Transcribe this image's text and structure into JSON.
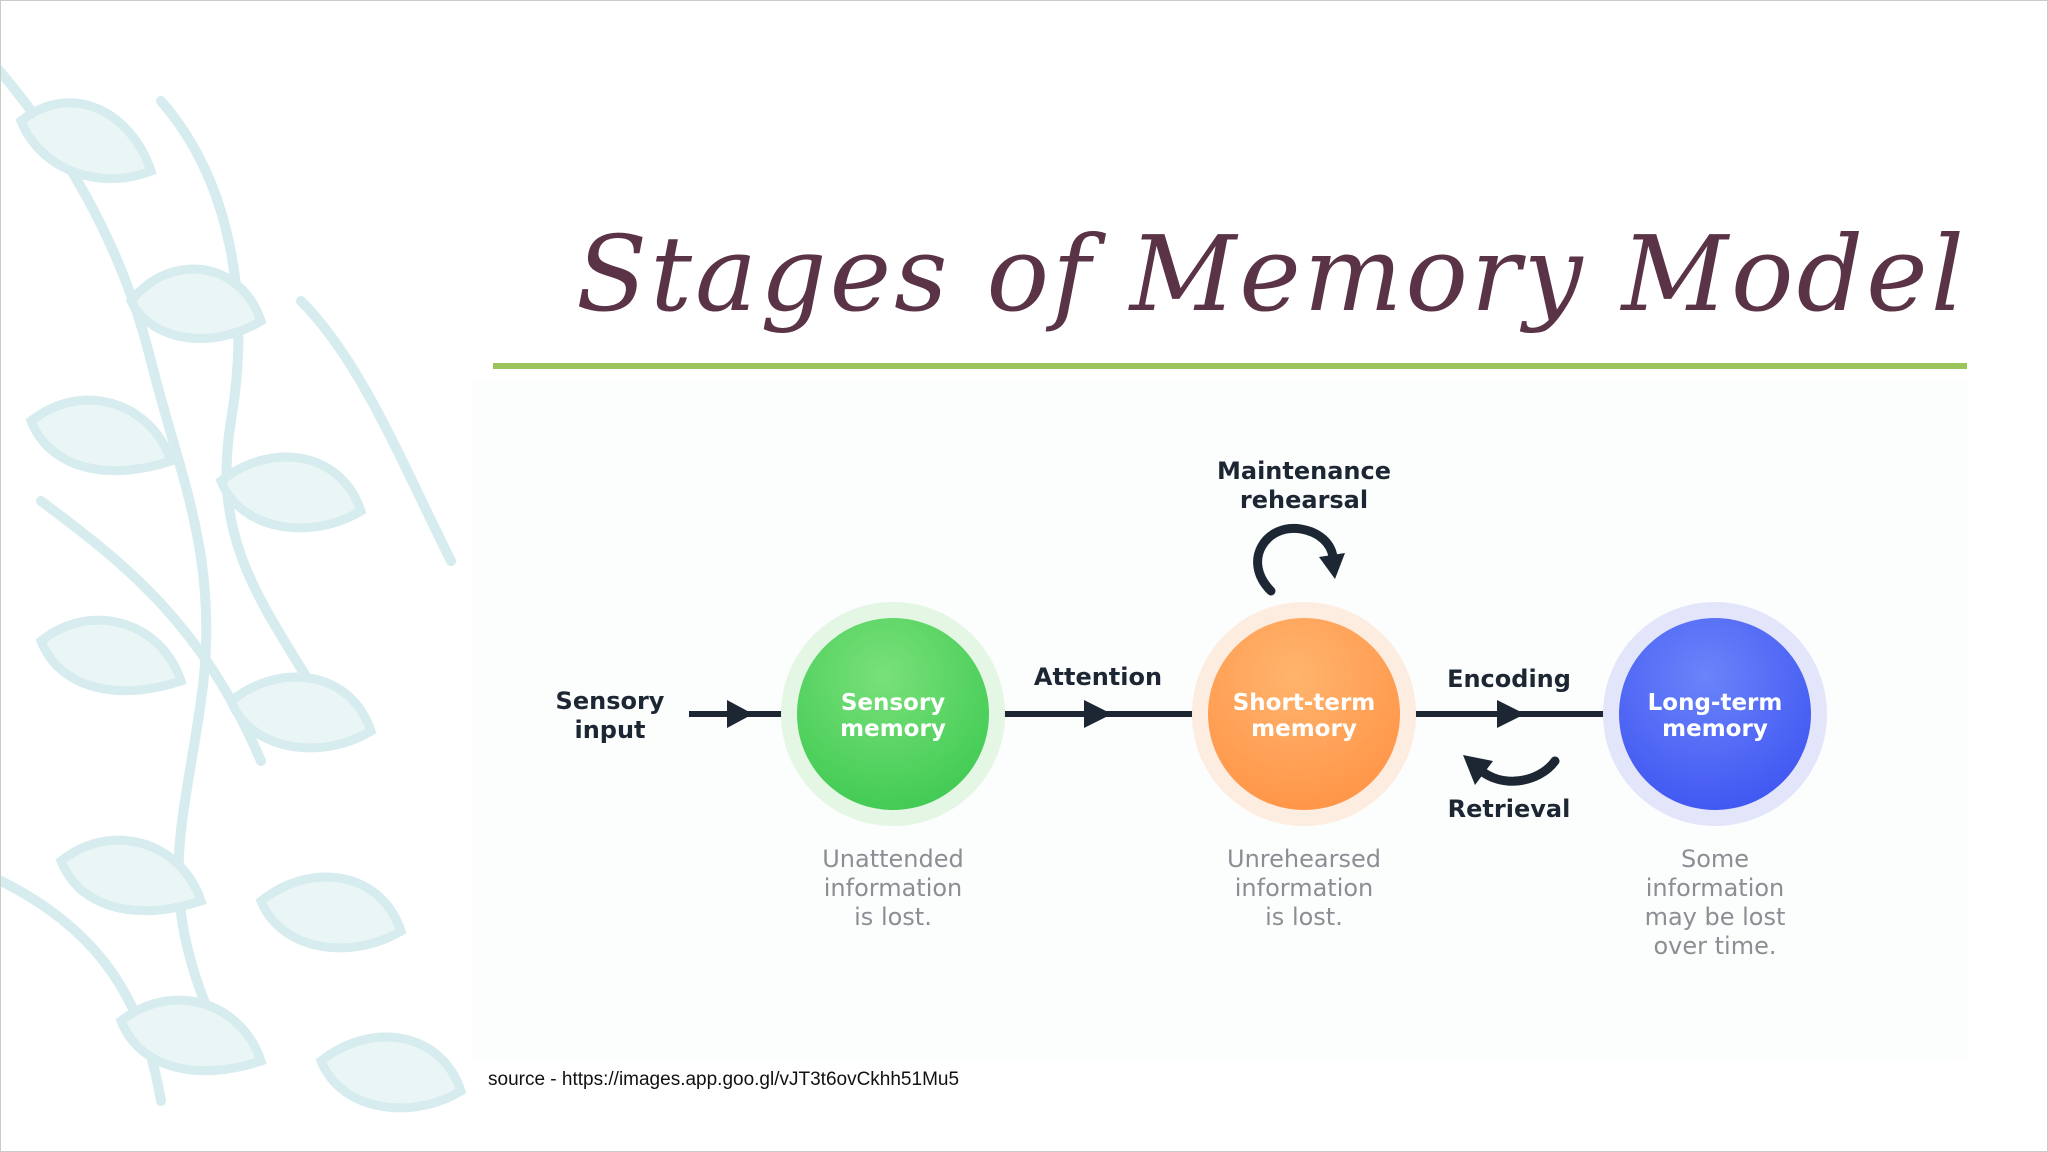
{
  "title": "Stages of Memory Model",
  "diagram": {
    "input_label": [
      "Sensory",
      "input"
    ],
    "attention_label": "Attention",
    "encoding_label": "Encoding",
    "retrieval_label": "Retrieval",
    "rehearsal_label": [
      "Maintenance",
      "rehearsal"
    ],
    "stages": [
      {
        "label": [
          "Sensory",
          "memory"
        ],
        "color": "#4fcf5a",
        "note": [
          "Unattended",
          "information",
          "is lost."
        ]
      },
      {
        "label": [
          "Short-term",
          "memory"
        ],
        "color": "#ff9f55",
        "note": [
          "Unrehearsed",
          "information",
          "is lost."
        ]
      },
      {
        "label": [
          "Long-term",
          "memory"
        ],
        "color": "#4b63f4",
        "note": [
          "Some",
          "information",
          "may be lost",
          "over time."
        ]
      }
    ]
  },
  "source": "source - https://images.app.goo.gl/vJT3t6ovCkhh51Mu5",
  "colors": {
    "title": "#5a3346",
    "rule": "#9bc45a",
    "line": "#1d2633",
    "note": "#8b8f94",
    "decor": "#d6ecee"
  }
}
